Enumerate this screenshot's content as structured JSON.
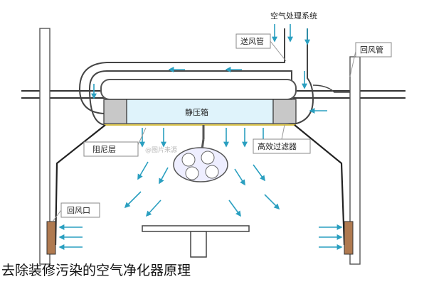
{
  "labels": {
    "system": "空气处理系统",
    "supply_duct": "送风管",
    "return_duct": "回风管",
    "static_box": "静压箱",
    "damping_layer": "阻尼层",
    "hepa_filter": "高效过滤器",
    "return_vent": "回风口"
  },
  "caption": "去除装修污染的空气净化器原理",
  "watermark": "@图片来源",
  "colors": {
    "arrow": "#2a9fc0",
    "filter": "#c8c8c8",
    "static_box": "#dff3fb",
    "line": "#333333"
  }
}
